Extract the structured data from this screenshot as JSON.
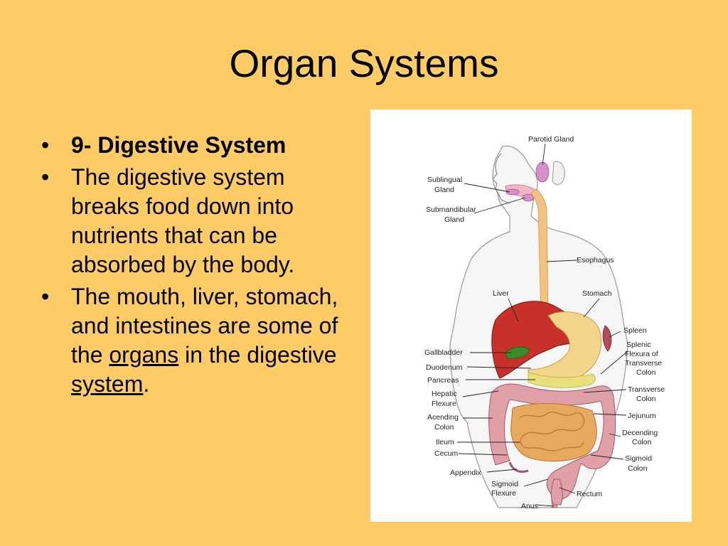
{
  "slide": {
    "title": "Organ Systems",
    "bullets": {
      "b1": "9- Digestive System",
      "b2": "The digestive system breaks food down into nutrients that can be absorbed by the body.",
      "b3_a": "The mouth, liver, stomach, and intestines are some of the ",
      "b3_organs": "organs",
      "b3_b": " in the digestive ",
      "b3_system": "system",
      "b3_c": "."
    },
    "bullet_glyph": "•"
  },
  "diagram": {
    "labels": {
      "parotid": "Parotid Gland",
      "sublingual_1": "Sublingual",
      "sublingual_2": "Gland",
      "submandibular_1": "Submandibular",
      "submandibular_2": "Gland",
      "esophagus": "Esophagus",
      "liver": "Liver",
      "stomach": "Stomach",
      "spleen": "Spleen",
      "splenic_1": "Splenic",
      "splenic_2": "Flexura of",
      "splenic_3": "Transverse",
      "splenic_4": "Colon",
      "gallbladder": "Gallbladder",
      "duodenum": "Duodenum",
      "pancreas": "Pancreas",
      "hepatic_1": "Hepatic",
      "hepatic_2": "Flexure",
      "transverse_1": "Transverse",
      "transverse_2": "Colon",
      "acending_1": "Acending",
      "acending_2": "Colon",
      "jejunum": "Jejunum",
      "ileum": "Ileum",
      "decending_1": "Decending",
      "decending_2": "Colon",
      "cecum": "Cecum",
      "sigmoid_colon_1": "Sigmoid",
      "sigmoid_colon_2": "Colon",
      "appendix": "Appendix",
      "sigmoid_flexure_1": "Sigmoid",
      "sigmoid_flexure_2": "Flexure",
      "rectum": "Rectum",
      "anus": "Anus"
    }
  },
  "colors": {
    "background": "#fecc66",
    "liver": "#c8302a",
    "stomach": "#f2d48a",
    "intestine": "#e8a85e",
    "colon": "#e0a0a8",
    "gallbladder": "#3a8a2a",
    "pancreas": "#e8e07a",
    "salivary": "#d890c8"
  }
}
